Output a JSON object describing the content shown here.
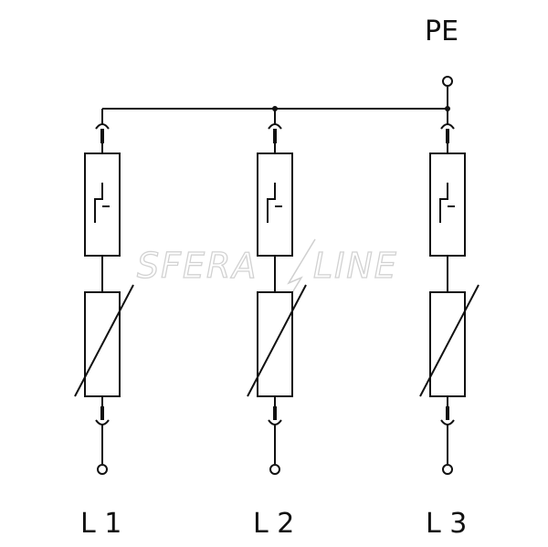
{
  "pe_label": "PE",
  "phases": [
    {
      "label": "L 1"
    },
    {
      "label": "L 2"
    },
    {
      "label": "L 3"
    }
  ],
  "watermark": {
    "left": "SFERA",
    "right": "LINE"
  }
}
